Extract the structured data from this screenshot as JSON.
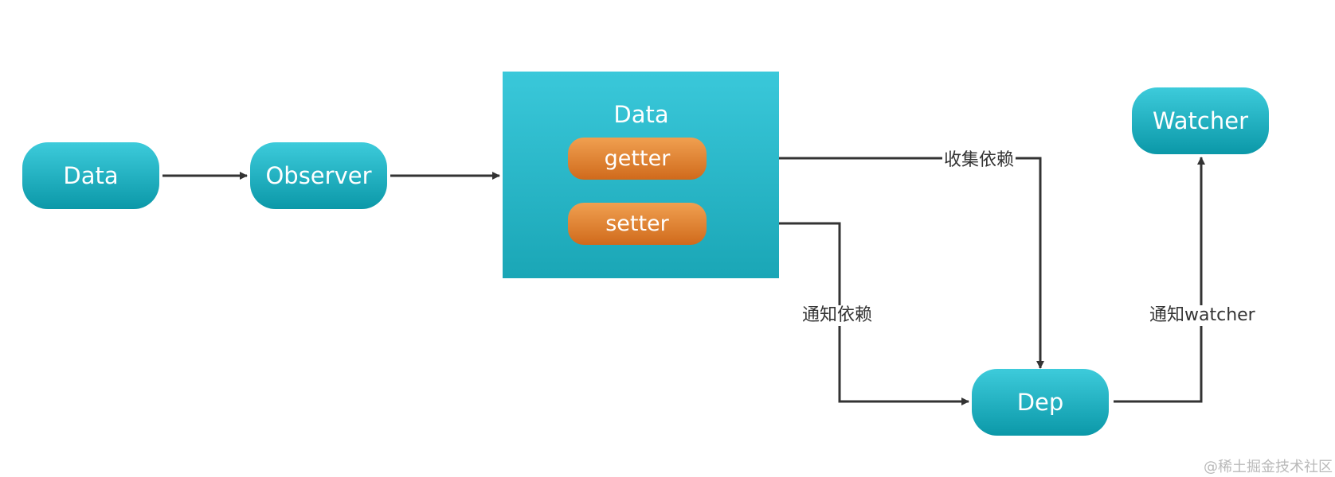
{
  "nodes": {
    "data_source": "Data",
    "observer": "Observer",
    "data_object": "Data",
    "getter": "getter",
    "setter": "setter",
    "watcher": "Watcher",
    "dep": "Dep"
  },
  "edge_labels": {
    "collect_dependency": "收集依赖",
    "notify_dependency": "通知依赖",
    "notify_watcher": "通知watcher"
  },
  "watermark": "@稀土掘金技术社区",
  "colors": {
    "teal_top": "#3dcbdb",
    "teal_bottom": "#0b98a8",
    "orange_top": "#f0a050",
    "orange_bottom": "#d06a1c",
    "line": "#333333"
  }
}
